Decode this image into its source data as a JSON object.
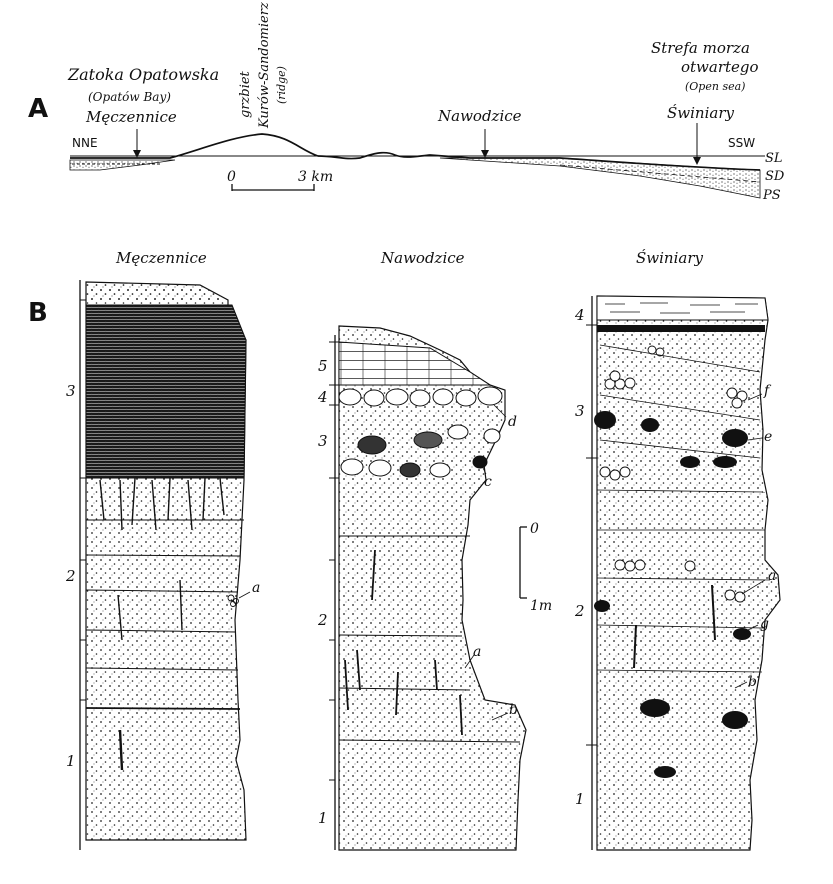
{
  "panel_a": {
    "letter": "A",
    "bay_name": "Zatoka Opatowska",
    "bay_translation": "(Opatów Bay)",
    "ridge_name": "grzbiet",
    "ridge_name2": "Kurów-Sandomierz",
    "ridge_translation": "(ridge)",
    "open_sea_name": "Strefa morza",
    "open_sea_name2": "otwartego",
    "open_sea_translation": "(Open sea)",
    "left_dir": "NNE",
    "right_dir": "SSW",
    "site_meczennice": "Męczennice",
    "site_nawodzice": "Nawodzice",
    "site_swiniary": "Świniary",
    "level_sl": "SL",
    "level_sd": "SD",
    "level_ps": "PS",
    "scale_zero": "0",
    "scale_end": "3 km"
  },
  "panel_b": {
    "letter": "B",
    "col_meczennice": {
      "title": "Męczennice",
      "units": [
        "1",
        "2",
        "3"
      ],
      "markers": [
        "a"
      ]
    },
    "col_nawodzice": {
      "title": "Nawodzice",
      "units": [
        "1",
        "2",
        "3",
        "4",
        "5"
      ],
      "markers": [
        "a",
        "b",
        "c",
        "d"
      ]
    },
    "col_swiniary": {
      "title": "Świniary",
      "units": [
        "1",
        "2",
        "3",
        "4"
      ],
      "markers": [
        "a",
        "b",
        "e",
        "f",
        "g"
      ]
    },
    "scale_top": "0",
    "scale_bottom": "1m"
  }
}
